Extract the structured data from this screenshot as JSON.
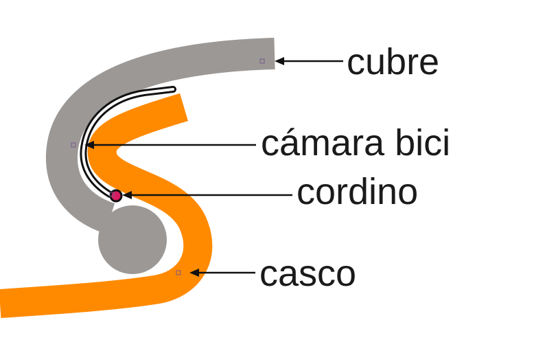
{
  "labels": {
    "cover": "cubre",
    "inner_tube": "cámara bici",
    "cord": "cordino",
    "hull": "casco"
  },
  "colors": {
    "cover": "#9b9896",
    "hull": "#ff8a00",
    "cord": "#d81b60",
    "arrow": "#111111",
    "label": "#1a1a1a"
  }
}
